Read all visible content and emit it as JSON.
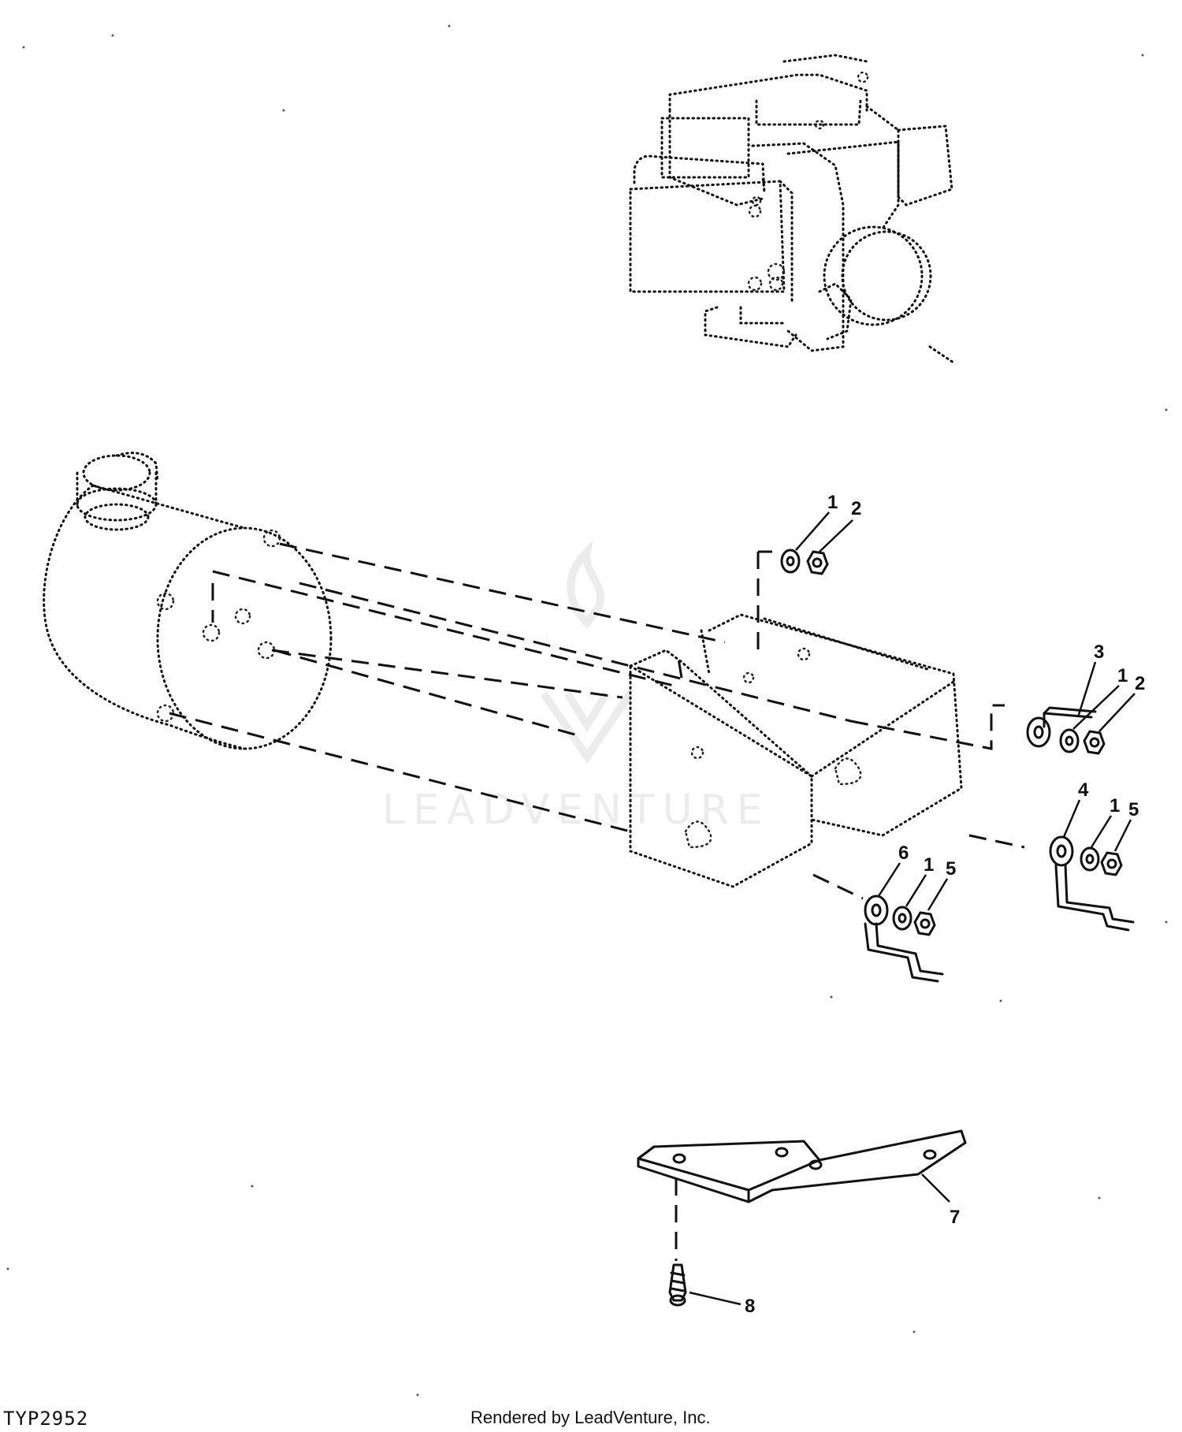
{
  "figure": {
    "id": "TYP2952",
    "credit": "Rendered by LeadVenture, Inc.",
    "watermark": "LEADVENTURE"
  },
  "callouts": {
    "washer_top": "1",
    "nut_top": "2",
    "link_rod_3": "3",
    "washer_mid": "1",
    "nut_mid": "2",
    "link_rod_4": "4",
    "washer_right": "1",
    "nut_right": "5",
    "link_rod_6": "6",
    "washer_low": "1",
    "nut_low": "5",
    "bracket": "7",
    "screw": "8"
  }
}
